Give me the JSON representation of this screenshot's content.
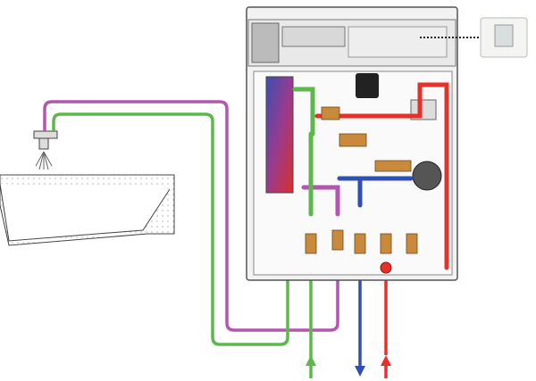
{
  "colors": {
    "hot_outlet": "#b455b0",
    "cold_inlet": "#5cb84a",
    "flow": "#e8302a",
    "return": "#2f4fb5",
    "unit_frame": "#555555",
    "unit_fill": "#f2f2f2",
    "brass": "#c98a3c"
  },
  "arrows": [
    {
      "pipe": "cold-inlet",
      "direction": "up"
    },
    {
      "pipe": "return",
      "direction": "down"
    },
    {
      "pipe": "flow",
      "direction": "up"
    }
  ]
}
